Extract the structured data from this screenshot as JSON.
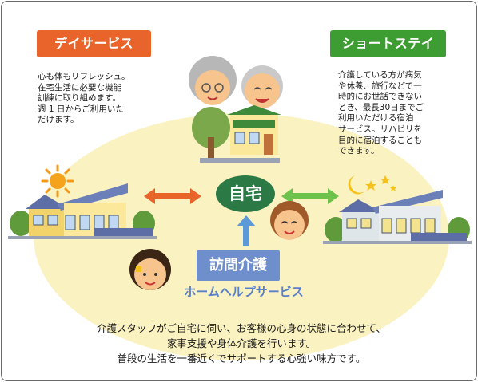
{
  "day_service": {
    "title": "デイサービス",
    "description": "心も体もリフレッシュ。\n在宅生活に必要な機能\n訓練に取り組めます。\n週 1 日からご利用いた\nだけます。"
  },
  "short_stay": {
    "title": "ショートステイ",
    "description": "介護している方が病気\nや休養、旅行などで一\n時的にお世話できない\nとき、最長30日までご\n利用いただける宿泊\nサービス。リハビリを\n目的に宿泊することも\nできます。"
  },
  "home": {
    "label": "自宅"
  },
  "home_help": {
    "title": "訪問介護",
    "subtitle": "ホームヘルプサービス"
  },
  "bottom_text": [
    "介護スタッフがご自宅に伺い、お客様の心身の状態に合わせて、",
    "家事支援や身体介護を行います。",
    "普段の生活を一番近くでサポートする心強い味方です。"
  ],
  "colors": {
    "day_service": "#e8642a",
    "short_stay": "#3e9d32",
    "home": "#2b7a45",
    "home_help": "#6f8fcc",
    "background_ellipse": "#fbf2c2"
  }
}
